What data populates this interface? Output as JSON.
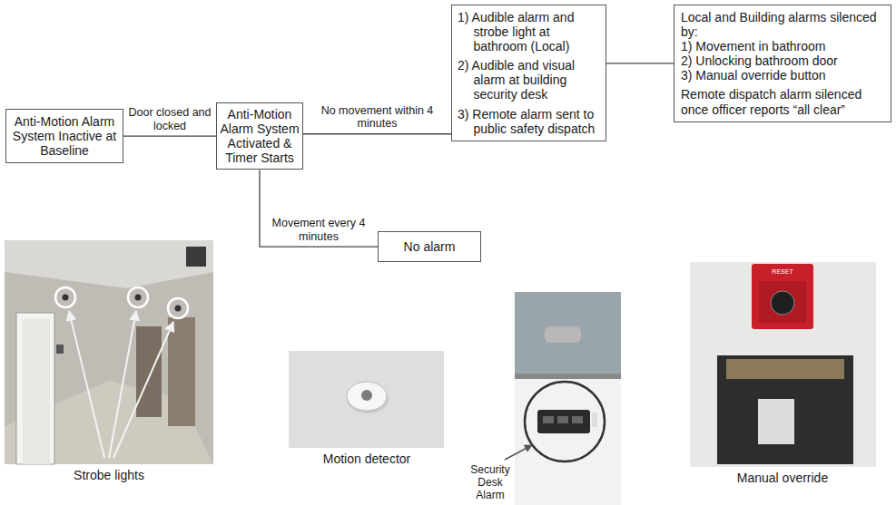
{
  "diagram": {
    "nodes": [
      {
        "text": [
          "Anti-Motion Alarm System Inactive at Baseline"
        ]
      },
      {
        "text": [
          "Anti-Motion Alarm System Activated & Timer Starts"
        ]
      },
      {
        "text": [
          "1) Audible alarm and strobe light at bathroom (Local)",
          "2) Audible and visual alarm at building security desk",
          "3) Remote alarm sent to public safety dispatch"
        ]
      },
      {
        "text": [
          "Local and Building alarms silenced by:",
          "1) Movement in bathroom",
          "2) Unlocking bathroom door",
          "3) Manual override button",
          "Remote dispatch alarm silenced once officer reports “all clear”"
        ]
      },
      {
        "text": [
          "No alarm"
        ]
      }
    ],
    "edges": [
      {
        "from": 0,
        "to": 1,
        "label": "Door closed and locked",
        "arrow": "none"
      },
      {
        "from": 1,
        "to": 2,
        "label": "No movement within 4 minutes",
        "arrow": "none"
      },
      {
        "from": 2,
        "to": 3,
        "arrow": "none"
      },
      {
        "from": 1,
        "to": 4,
        "label": "Movement every 4 minutes",
        "arrow": "none"
      }
    ],
    "labels": [
      "Strobe lights",
      "Motion detector",
      "Security Desk Alarm",
      "RESET",
      "Manual override"
    ]
  }
}
